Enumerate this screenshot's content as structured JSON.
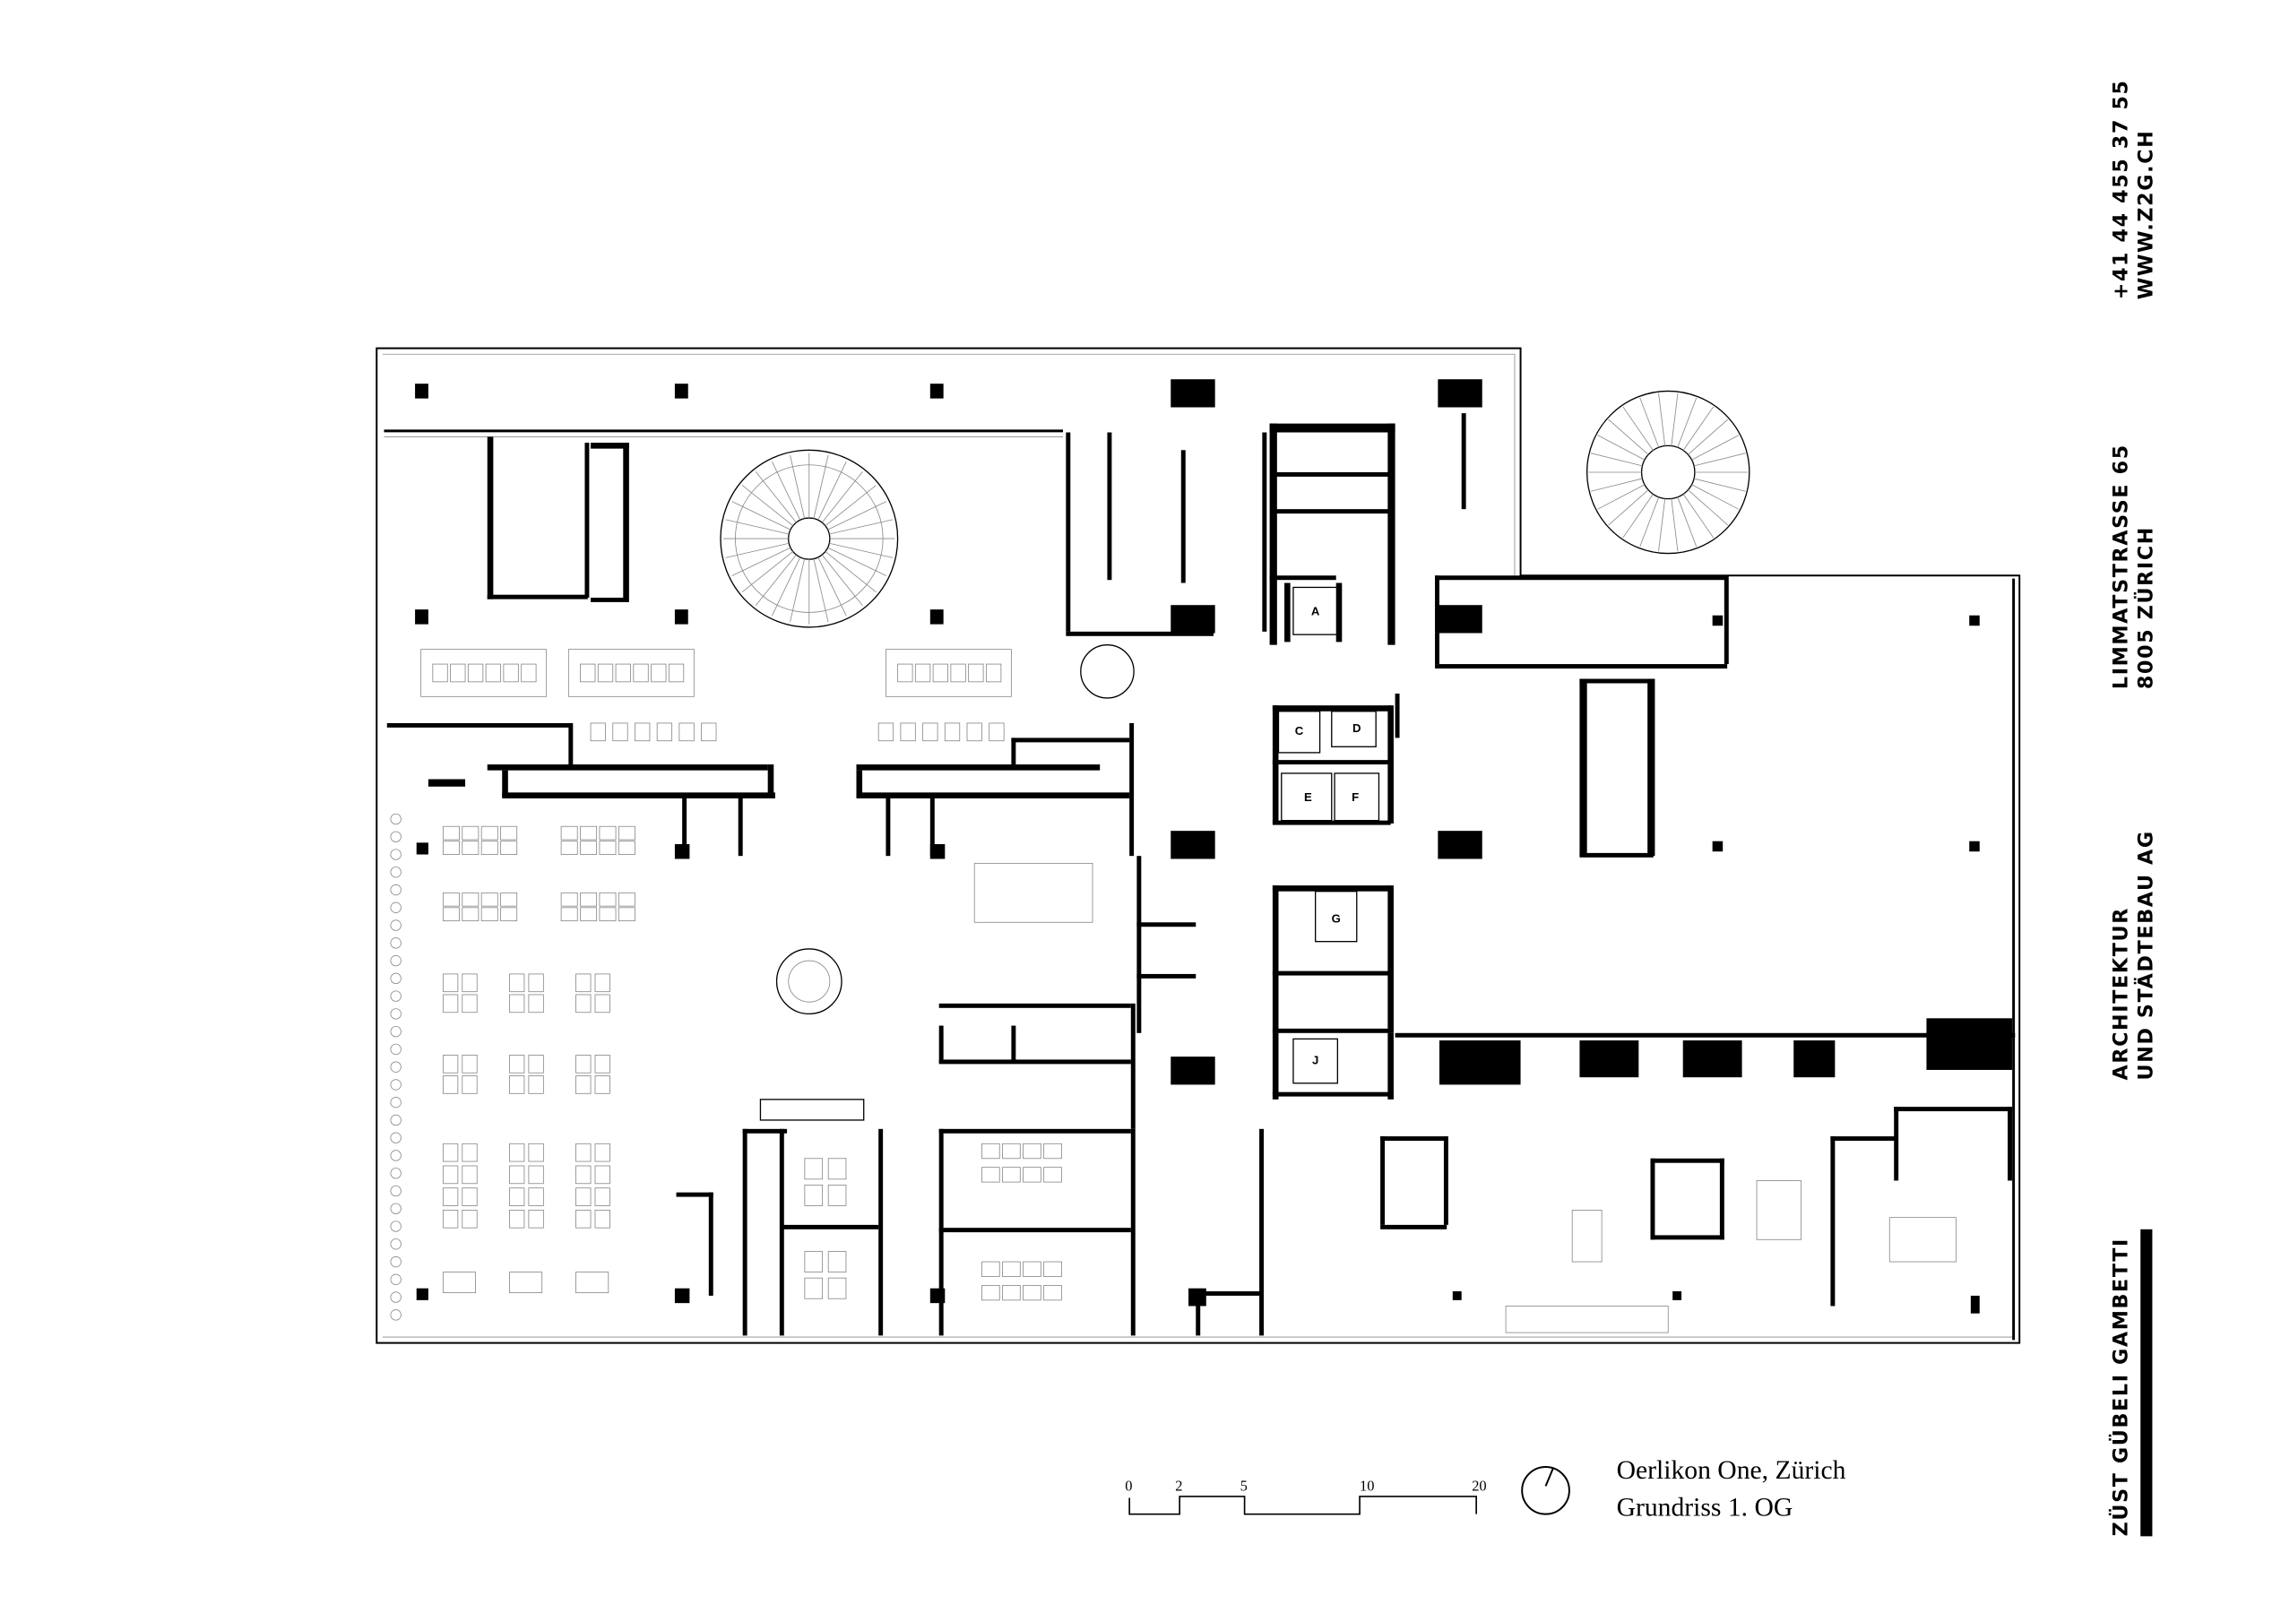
{
  "title_block": {
    "project": "Oerlikon One, Zürich",
    "drawing": "Grundriss 1. OG"
  },
  "scale_bar": {
    "unit": "m",
    "ticks": [
      "0",
      "2",
      "5",
      "10",
      "20"
    ]
  },
  "firm": {
    "phone": "+41 44 455 37 55",
    "web": "WWW.Z2G.CH",
    "street": "LIMMATSTRASSE 65",
    "city": "8005 ZÜRICH",
    "type_line1": "ARCHITEKTUR",
    "type_line2": "UND STÄDTEBAU AG",
    "name": "ZÜST GÜBELI GAMBETTI"
  },
  "core_labels": [
    "A",
    "C",
    "D",
    "E",
    "F",
    "G",
    "J"
  ],
  "colors": {
    "ink": "#000000",
    "paper": "#ffffff",
    "hairline": "#888888"
  }
}
